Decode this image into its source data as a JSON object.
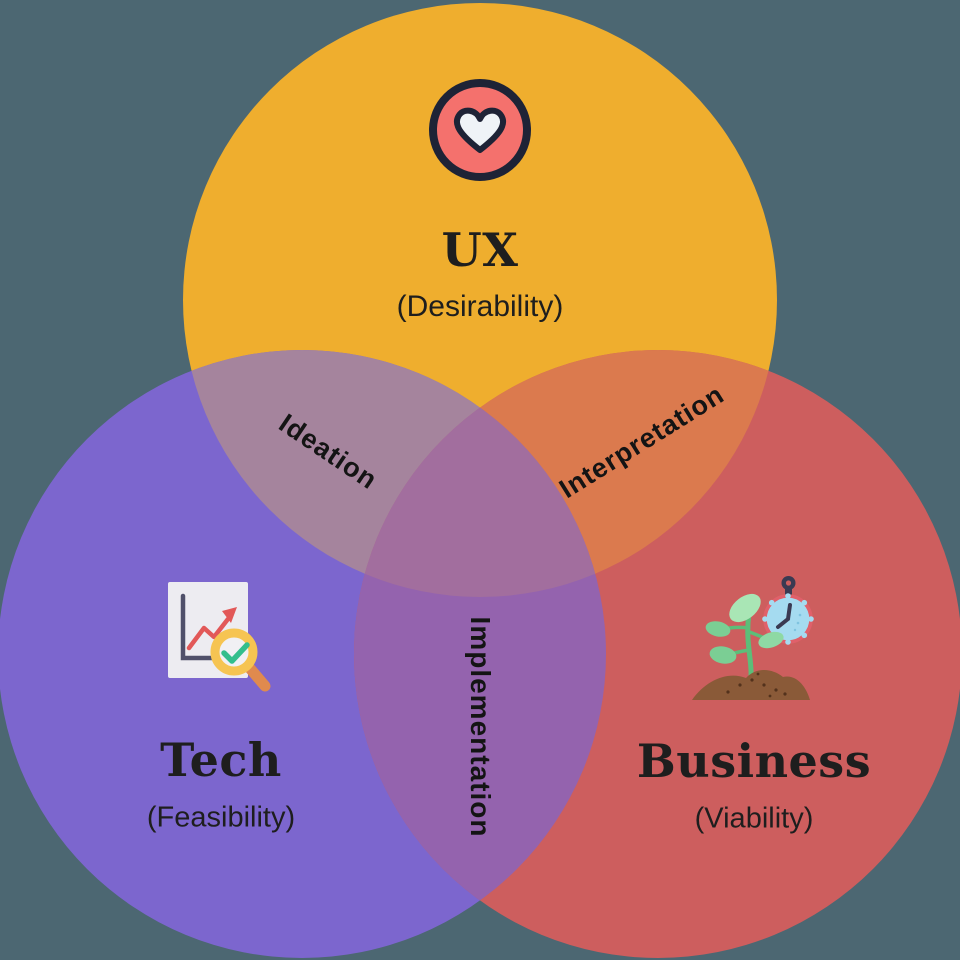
{
  "background_color": "#4C6772",
  "text_color": "#1E1E1E",
  "circles": {
    "ux": {
      "label": "UX",
      "sublabel": "(Desirability)",
      "color": "#EFAE2E",
      "icon": "heart-icon"
    },
    "tech": {
      "label": "Tech",
      "sublabel": "(Feasibility)",
      "color": "#7C66CE",
      "icon": "chart-report-magnifier-icon"
    },
    "business": {
      "label": "Business",
      "sublabel": "(Viability)",
      "color": "#CD5E5E",
      "icon": "plant-growth-stopwatch-icon"
    }
  },
  "intersections": {
    "ux_tech": {
      "label": "Ideation",
      "color": "#A5849D"
    },
    "ux_business": {
      "label": "Interpretation",
      "color": "#DB7A4E"
    },
    "tech_business": {
      "label": "Implementation",
      "color": "#9463AE"
    },
    "center": {
      "color": "#A26E9E"
    }
  },
  "icon_colors": {
    "heart_red": "#F4716D",
    "heart_white": "#EFF3F7",
    "outline_navy": "#1E2336",
    "doc_paper": "#EDECF1",
    "chart_axis": "#50506A",
    "trend_red": "#E25858",
    "magnifier_yellow": "#F6C452",
    "check_green": "#33BE8C",
    "handle_orange": "#E08A4E",
    "watch_face_blue": "#A5DBF0",
    "watch_rim_red": "#E0606A",
    "watch_navy": "#3A3A52",
    "leaf_green": "#7BCE94",
    "leaf_light_green": "#A9E6B5",
    "stem_green": "#5CBE79",
    "soil_brown": "#8A5A38",
    "soil_speckle": "#53321C"
  }
}
